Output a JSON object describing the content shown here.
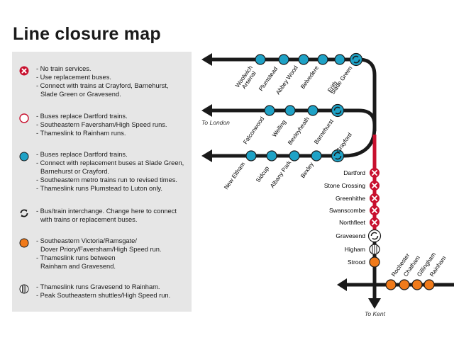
{
  "title": "Line closure map",
  "colors": {
    "track": "#1a1a1a",
    "closed_track": "#c8102e",
    "metro_station": "#1fa2c6",
    "closed_station": "#c8102e",
    "kent_station": "#f07a1a",
    "legend_bg": "#e6e6e6"
  },
  "legend": [
    {
      "icon": "closed-station-icon",
      "lines": [
        "- No train services.",
        "- Use replacement buses.",
        "- Connect with trains at Crayford, Barnehurst,",
        "  Slade Green or Gravesend."
      ]
    },
    {
      "icon": "bus-replacement-station-icon",
      "lines": [
        "- Buses replace Dartford trains.",
        "- Southeastern Faversham/High Speed runs.",
        "- Thameslink to Rainham runs."
      ]
    },
    {
      "icon": "metro-station-icon",
      "lines": [
        "- Buses replace Dartford trains.",
        "- Connect with replacement buses at Slade Green,",
        "  Barnehurst or Crayford.",
        "- Southeastern metro trains run to revised times.",
        "- Thameslink runs Plumstead to Luton only."
      ]
    },
    {
      "icon": "interchange-icon",
      "lines": [
        "- Bus/train interchange. Change here to connect",
        "  with trains or replacement buses."
      ]
    },
    {
      "icon": "kent-station-icon",
      "lines": [
        "- Southeastern Victoria/Ramsgate/",
        "  Dover Priory/Faversham/High Speed run.",
        "- Thameslink runs between",
        "  Rainham and Gravesend."
      ]
    },
    {
      "icon": "thameslink-station-icon",
      "lines": [
        "- Thameslink runs Gravesend to Rainham.",
        "- Peak Southeastern shuttles/High Speed run."
      ]
    }
  ],
  "destinations": {
    "london": "To London",
    "kent": "To Kent"
  },
  "lines": {
    "top": [
      "Woolwich Arsenal",
      "Plumstead",
      "Abbey Wood",
      "Belvedere",
      "Erith",
      "Slade Green"
    ],
    "middle": [
      "Falconwood",
      "Welling",
      "Bexleyheath",
      "Barnehurst"
    ],
    "bottom": [
      "New Eltham",
      "Sidcup",
      "Albany Park",
      "Bexley",
      "Crayford"
    ],
    "trunk": [
      "Dartford",
      "Stone Crossing",
      "Greenhithe",
      "Swanscombe",
      "Northfleet",
      "Gravesend",
      "Higham",
      "Strood"
    ],
    "kent": [
      "Rochester",
      "Chatham",
      "Gillingham",
      "Rainham"
    ]
  },
  "station_types": {
    "Slade Green": "interchange",
    "Barnehurst": "interchange",
    "Crayford": "interchange",
    "Gravesend": "interchange",
    "Higham": "thameslink",
    "Dartford": "closed",
    "Stone Crossing": "closed",
    "Greenhithe": "closed",
    "Swanscombe": "closed",
    "Northfleet": "closed",
    "Strood": "kent",
    "Rochester": "kent",
    "Chatham": "kent",
    "Gillingham": "kent",
    "Rainham": "kent"
  }
}
